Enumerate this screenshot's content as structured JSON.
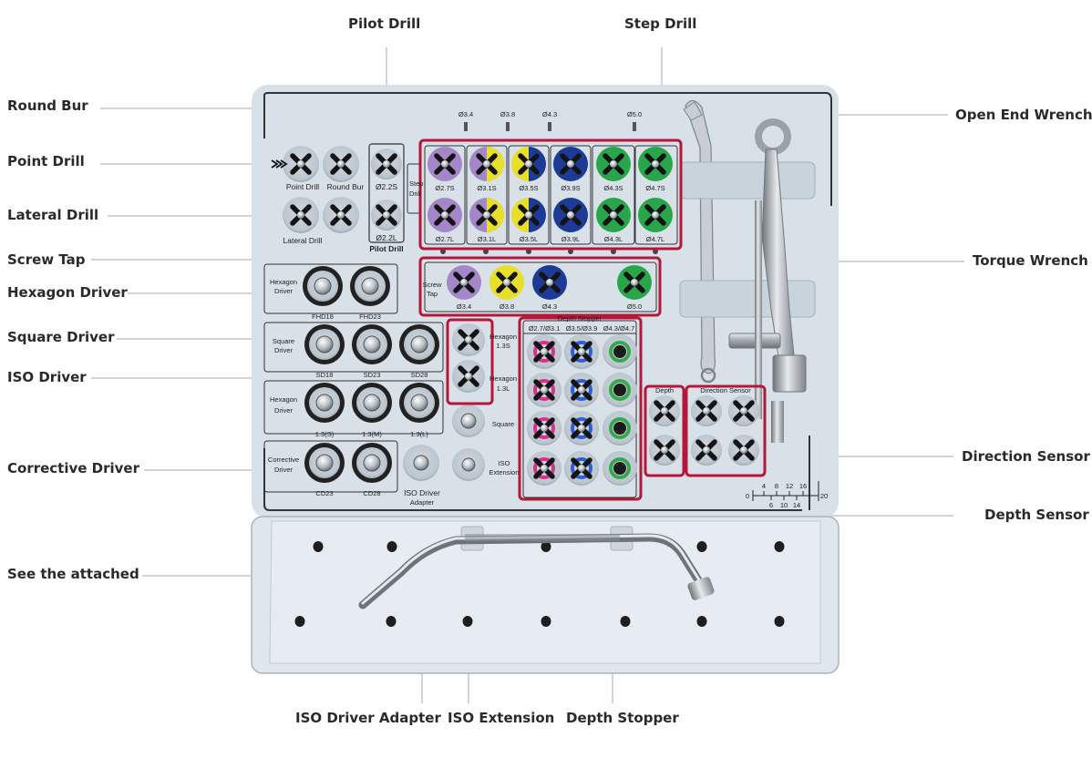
{
  "callouts": {
    "pilot_drill": "Pilot Drill",
    "step_drill": "Step Drill",
    "round_bur": "Round Bur",
    "point_drill": "Point Drill",
    "lateral_drill": "Lateral Drill",
    "screw_tap": "Screw Tap",
    "hexagon_driver": "Hexagon Driver",
    "square_driver": "Square Driver",
    "iso_driver": "ISO Driver",
    "corrective_driver": "Corrective Driver",
    "see_attached": "See the attached",
    "open_end_wrench": "Open End Wrench",
    "torque_wrench": "Torque Wrench",
    "direction_sensor": "Direction Sensor",
    "depth_sensor": "Depth Sensor",
    "iso_driver_adapter": "ISO Driver Adapter",
    "iso_extension": "ISO Extension",
    "depth_stopper": "Depth Stopper"
  },
  "tray": {
    "point_drill": "Point Drill",
    "round_bur": "Round Bur",
    "lateral_drill": "Lateral Drill",
    "pilot_2_2s": "Ø2.2S",
    "pilot_2_2l": "Ø2.2L",
    "pilot_drill": "Pilot Drill",
    "step_drill_side_1": "Step",
    "step_drill_side_2": "Drill",
    "step_top": [
      "Ø3.4",
      "Ø3.8",
      "Ø4.3",
      "Ø5.0"
    ],
    "step_s": [
      "Ø2.7S",
      "Ø3.1S",
      "Ø3.5S",
      "Ø3.9S",
      "Ø4.3S",
      "Ø4.7S"
    ],
    "step_l": [
      "Ø2.7L",
      "Ø3.1L",
      "Ø3.5L",
      "Ø3.9L",
      "Ø4.3L",
      "Ø4.7L"
    ],
    "screw_tap_1": "Screw",
    "screw_tap_2": "Tap",
    "tap_sizes": [
      "Ø3.4",
      "Ø3.8",
      "Ø4.3",
      "Ø5.0"
    ],
    "hex_1": "Hexagon",
    "hex_2": "Driver",
    "fhd": [
      "FHD18",
      "FHD23"
    ],
    "sq_1": "Square",
    "sq_2": "Driver",
    "sd": [
      "SD18",
      "SD23",
      "SD28"
    ],
    "hex2_1": "Hexagon",
    "hex2_2": "Driver",
    "hex_sizes": [
      "1.3(S)",
      "1.3(M)",
      "1.3(L)"
    ],
    "corr_1": "Corrective",
    "corr_2": "Driver",
    "cd": [
      "CD23",
      "CD28"
    ],
    "iso_adapter_1": "ISO Driver",
    "iso_adapter_2": "Adapter",
    "iso_hex_1": "Hexagon",
    "iso_hex_13s": "1.3S",
    "iso_hex_2": "Hexagon",
    "iso_hex_13l": "1.3L",
    "iso_square": "Square",
    "iso_1": "ISO",
    "iso_2": "Extension",
    "depth_stopper_title": "Depth Stopper",
    "ds_cols": [
      "Ø2.7/Ø3.1",
      "Ø3.5/Ø3.9",
      "Ø4.3/Ø4.7"
    ],
    "depth": "Depth",
    "direction_sensor": "Direction Sensor",
    "ruler_top": [
      "4",
      "8",
      "12",
      "16"
    ],
    "ruler_bottom": [
      "0",
      "6",
      "10",
      "14",
      "20"
    ]
  },
  "colors": {
    "highlight": "#b5173b",
    "tray": "#dfe6ec",
    "purple": "#a487c9",
    "yellow": "#e8df2a",
    "blue": "#1d3a96",
    "green": "#2aa64a"
  }
}
